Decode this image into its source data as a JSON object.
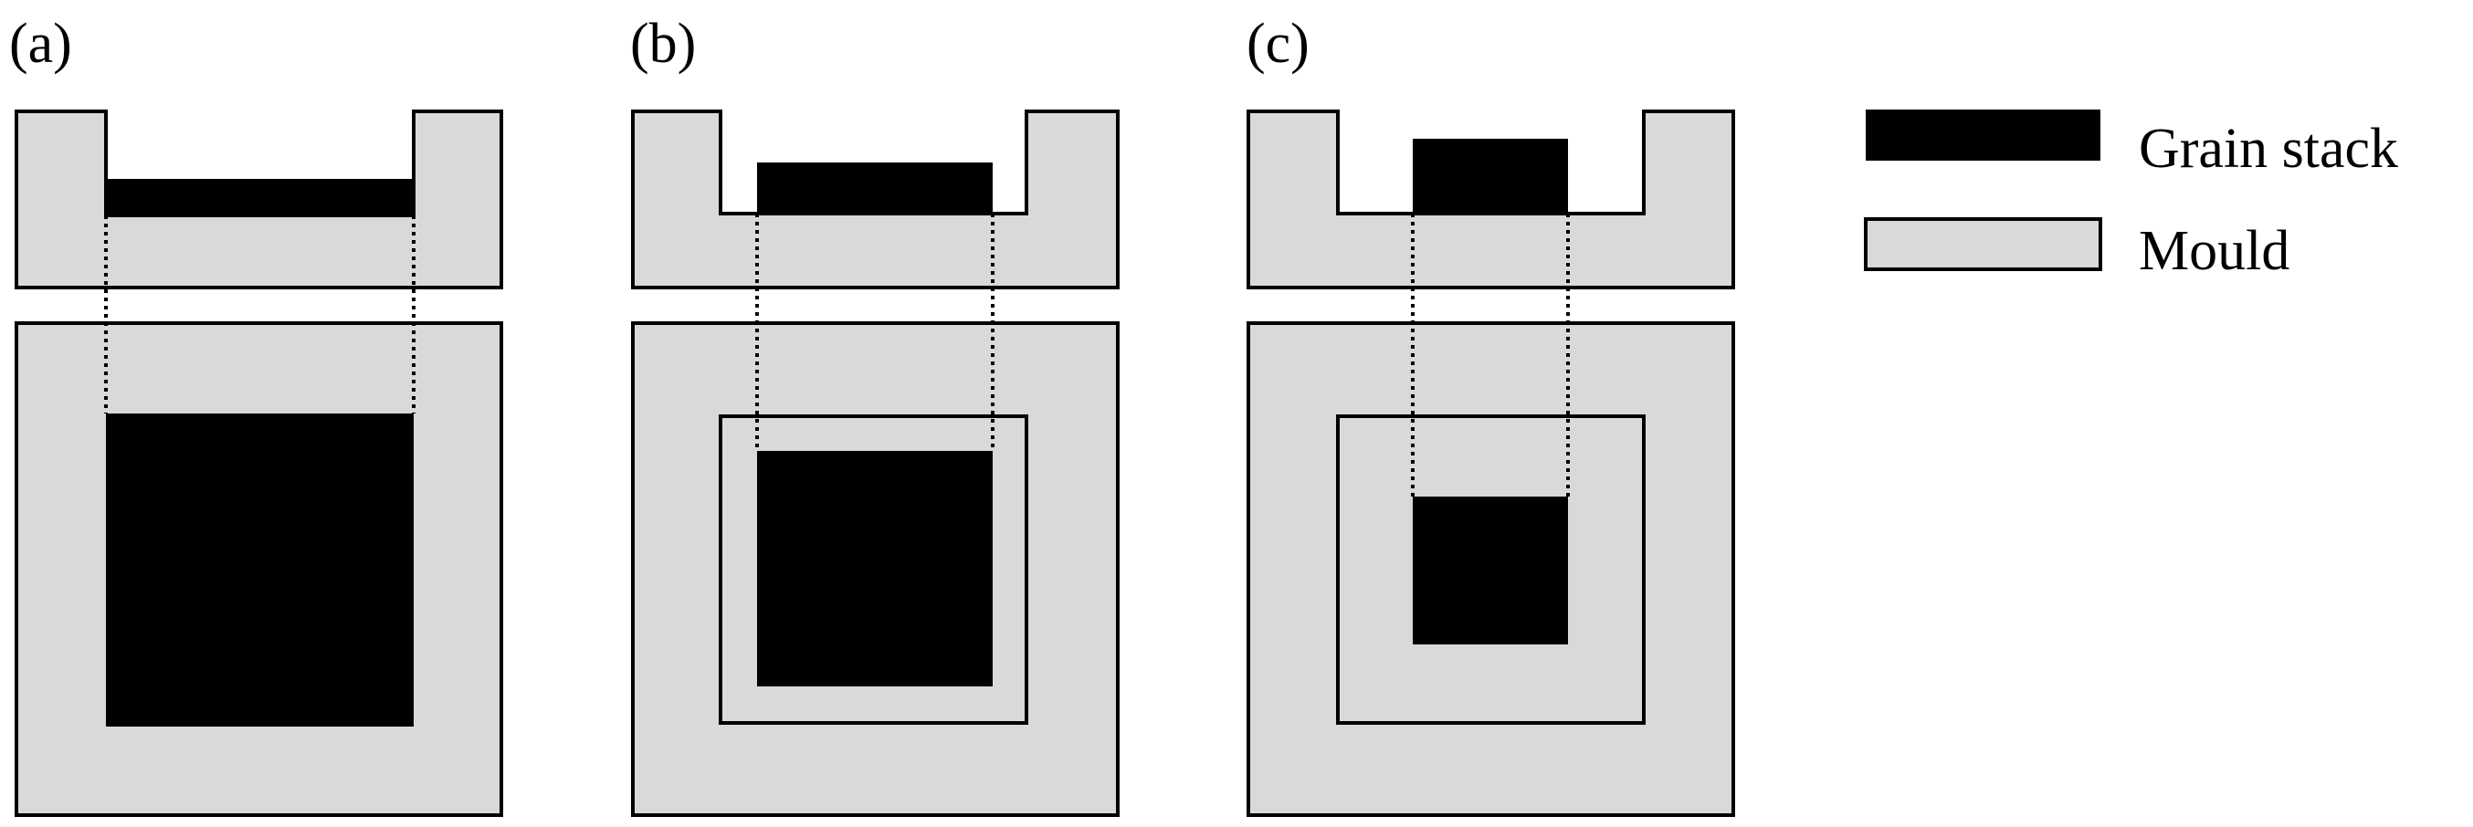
{
  "panels": [
    {
      "label": "(a)"
    },
    {
      "label": "(b)"
    },
    {
      "label": "(c)"
    }
  ],
  "legend": {
    "items": [
      {
        "label": "Grain stack",
        "swatch": "grain-stack"
      },
      {
        "label": "Mould",
        "swatch": "mould"
      }
    ]
  },
  "colors": {
    "grain_stack": "#000000",
    "mould": "#d9d9d9",
    "outline": "#000000",
    "background": "#ffffff"
  }
}
